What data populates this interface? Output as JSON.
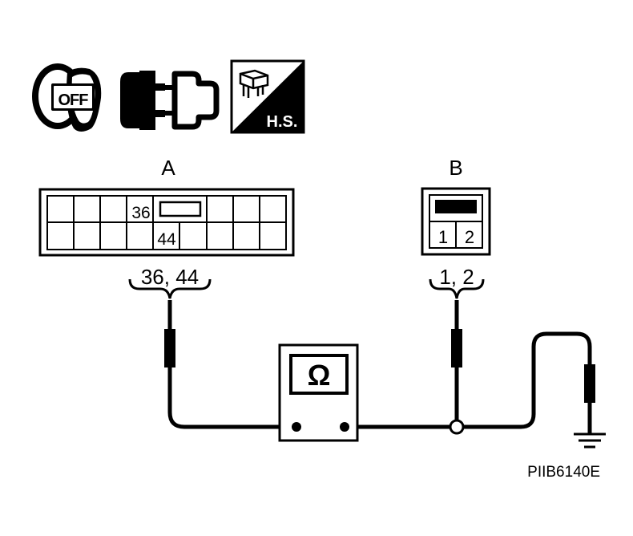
{
  "icons": {
    "ignition_switch": "ignition-key-off-icon",
    "ignition_label": "OFF",
    "connector": "disconnected-connector-icon",
    "harness_side": "harness-side-icon",
    "harness_side_label": "H.S."
  },
  "connector_a": {
    "letter": "A",
    "terminals": [
      "36",
      "44"
    ],
    "terminal_callout": "36, 44"
  },
  "connector_b": {
    "letter": "B",
    "terminals": [
      "1",
      "2"
    ],
    "terminal_callout": "1, 2"
  },
  "meter": {
    "symbol": "Ω",
    "icon": "ohmmeter-icon"
  },
  "ground": {
    "icon": "ground-symbol-icon"
  },
  "figure_code": "PIIB6140E"
}
